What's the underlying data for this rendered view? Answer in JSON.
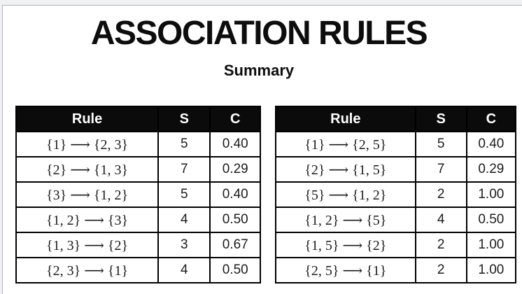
{
  "slide": {
    "title": "ASSOCIATION RULES",
    "subtitle": "Summary"
  },
  "tables": [
    {
      "name": "association-rules-items-1-2-3",
      "headers": [
        "Rule",
        "S",
        "C"
      ],
      "rows": [
        {
          "rule": "{1} ⟶ {2, 3}",
          "s": "5",
          "c": "0.40"
        },
        {
          "rule": "{2} ⟶ {1, 3}",
          "s": "7",
          "c": "0.29"
        },
        {
          "rule": "{3} ⟶ {1, 2}",
          "s": "5",
          "c": "0.40"
        },
        {
          "rule": "{1, 2} ⟶ {3}",
          "s": "4",
          "c": "0.50"
        },
        {
          "rule": "{1, 3} ⟶ {2}",
          "s": "3",
          "c": "0.67"
        },
        {
          "rule": "{2, 3} ⟶ {1}",
          "s": "4",
          "c": "0.50"
        }
      ]
    },
    {
      "name": "association-rules-items-1-2-5",
      "headers": [
        "Rule",
        "S",
        "C"
      ],
      "rows": [
        {
          "rule": "{1} ⟶ {2, 5}",
          "s": "5",
          "c": "0.40"
        },
        {
          "rule": "{2} ⟶ {1, 5}",
          "s": "7",
          "c": "0.29"
        },
        {
          "rule": "{5} ⟶ {1, 2}",
          "s": "2",
          "c": "1.00"
        },
        {
          "rule": "{1, 2} ⟶ {5}",
          "s": "4",
          "c": "0.50"
        },
        {
          "rule": "{1, 5} ⟶ {2}",
          "s": "2",
          "c": "1.00"
        },
        {
          "rule": "{2, 5} ⟶ {1}",
          "s": "2",
          "c": "1.00"
        }
      ]
    }
  ],
  "colors": {
    "header_bg": "#0b0b0b",
    "header_text": "#ffffff",
    "table_border": "#000000",
    "body_text": "#1c1c1c",
    "slide_bg": "#ffffff",
    "canvas_bg": "#eff1f2",
    "frame_border": "#aeb4bb"
  }
}
